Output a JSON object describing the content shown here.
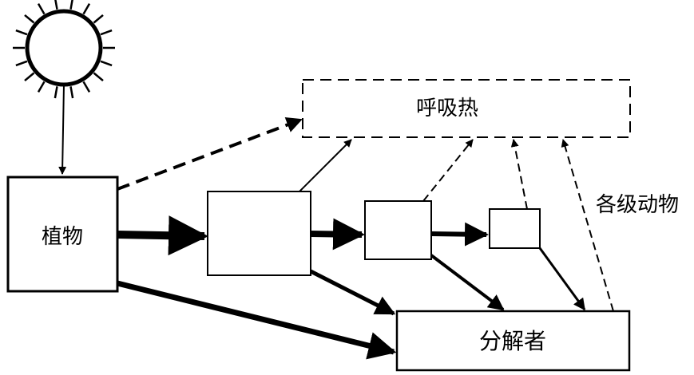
{
  "labels": {
    "plant": "植物",
    "respiration_heat": "呼吸热",
    "decomposer": "分解者",
    "animals": "各级动物"
  },
  "colors": {
    "ink": "#000000",
    "background": "#ffffff"
  },
  "icons": [
    "sun-icon"
  ]
}
